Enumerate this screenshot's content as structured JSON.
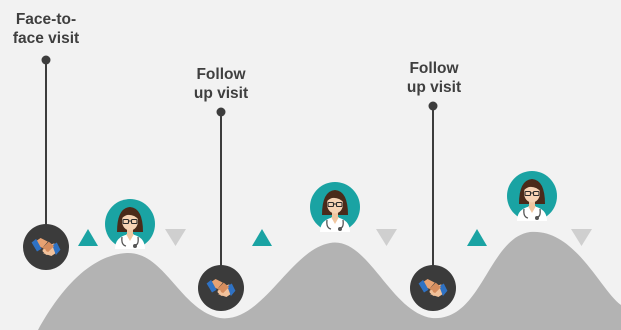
{
  "visits": [
    {
      "label": "Face-to-\nface visit"
    },
    {
      "label": "Follow\nup visit"
    },
    {
      "label": "Follow\nup visit"
    }
  ],
  "colors": {
    "background": "#f2f2f2",
    "mountain": "#b3b3b3",
    "pin": "#3d3d3d",
    "handshake_circle": "#3b3b3b",
    "doctor_circle": "#1aa3a3",
    "up_arrow": "#1aa3a3",
    "down_arrow": "#cfcfcf",
    "label_text": "#3f3f3f"
  },
  "icons": {
    "handshake": "handshake-icon",
    "doctor": "doctor-icon",
    "up": "triangle-up-icon",
    "down": "triangle-down-icon"
  }
}
